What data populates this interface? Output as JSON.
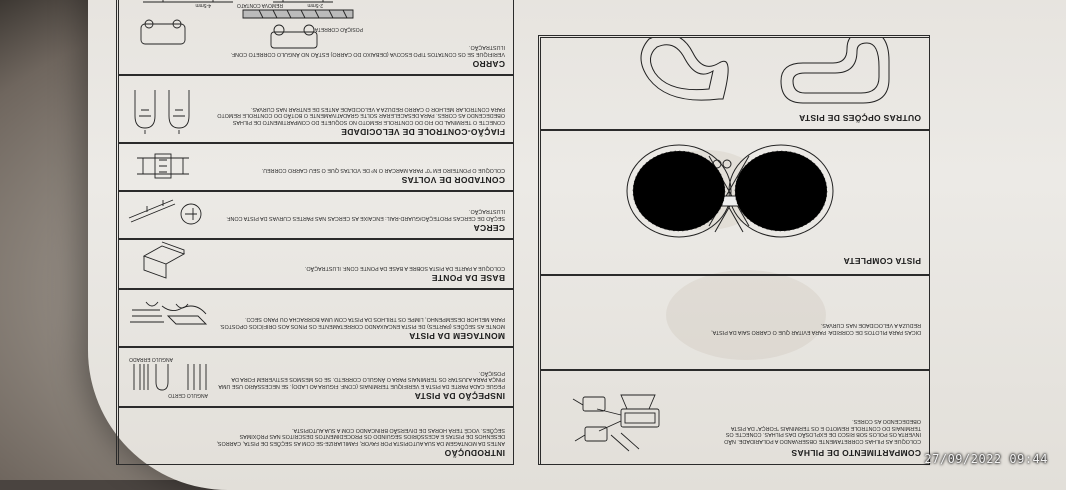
{
  "left_panel": {
    "compartimento": {
      "title": "COMPARTIMENTO DE PILHAS",
      "text": "COLOQUE AS PILHAS CORRETAMENTE OBSERVANDO A POLARIDADE. NÃO INVERTA OS POLOS SOB RISCO DE EXPLOSÃO DAS PILHAS. CONECTE OS TERMINAIS DO CONTROLE REMOTO E OS TERMINAIS \"FORÇA\" DA PISTA OBEDECENDO AS CORES."
    },
    "dicas": {
      "text": "DICAS PARA PILOTOS DE CORRIDA: PARA EVITAR QUE O CARRO SAIA DA PISTA, REDUZA A VELOCIDADE NAS CURVAS."
    },
    "pista_completa": {
      "title": "PISTA COMPLETA"
    },
    "outras_opcoes": {
      "title": "OUTRAS OPÇÕES DE PISTA"
    }
  },
  "right_panel": {
    "introducao": {
      "title": "INTRODUÇÃO",
      "text": "ANTES DA MONTAGEM DA SUA AUTOPISTA POR FAVOR, FAMILIARIZE-SE COM AS SEÇÕES DE PISTA, CARROS, DESENHOS DE PISTAS E ACESSÓRIOS SEGUINDO OS PROCEDIMENTOS DESCRITOS NAS PRÓXIMAS SEÇÕES. VOCÊ TERÁ HORAS DE DIVERSÃO BRINCANDO COM A SUA AUTOPISTA."
    },
    "inspecao": {
      "title": "INSPEÇÃO DA PISTA",
      "text": "PEGUE CADA PARTE DA PISTA E VERIFIQUE TERMINAIS (CONF. FIGURA AO LADO). SE NECESSÁRIO USE UMA PINÇA PARA AJUSTAR OS TERMINAIS PARA O ÂNGULO CORRETO. SE OS MESMOS ESTIVEREM FORA DA POSIÇÃO.",
      "label_certo": "ANGULO CERTO",
      "label_errado": "ANGULO ERRADO"
    },
    "montagem": {
      "title": "MONTAGEM DA PISTA",
      "text": "MONTE AS SEÇÕES (PARTES) DE PISTA ENCAIXANDO CORRETAMENTE OS PINOS AOS ORIFÍCIOS OPOSTOS. PARA MELHOR DESEMPENHO, LIMPE OS TRILHOS DA PISTA COM UMA BORRACHA OU PANO SECO."
    },
    "base": {
      "title": "BASE DA PONTE",
      "text": "COLOQUE A PARTE DA PISTA SOBRE A BASE DA PONTE CONF. ILUSTRAÇÃO."
    },
    "cerca": {
      "title": "CERCA",
      "text": "SEÇÃO DE CERCAS PROTEÇÃO/GUARD-RAIL: ENCAIXE AS CERCAS NAS PARTES CURVAS DA PISTA CONF. ILUSTRAÇÃO."
    },
    "contador": {
      "title": "CONTADOR DE VOLTAS",
      "text": "COLOQUE O PONTEIRO EM \"0\" PARA MARCAR O Nº DE VOLTAS QUE O SEU CARRO CORREU."
    },
    "fiacao": {
      "title": "FIAÇÃO-CONTROLE DE VELOCIDADE",
      "text": "CONECTE O TERMINAL DO FIO DO CONTROLE REMOTO NO SOQUETE DO COMPARTIMENTO DE PILHAS OBEDECENDO AS CORES. PARA DESACELERAR SOLTE GRADATIVAMENTE O BOTÃO DO CONTROLE REMOTO PARA CONTROLAR MELHOR O CARRO REDUZA A VELOCIDADE ANTES DE ENTRAR NAS CURVAS."
    },
    "carro": {
      "title": "CARRO",
      "text": "VERIFIQUE SE OS CONTATOS TIPO ESCOVA (DEBAIXO DO CARRO) ESTÃO NO ÂNGULO CORRETO CONF. ILUSTRAÇÃO.",
      "label_posicao": "POSIÇÃO CORRETA",
      "label_remova": "REMOVA CONTATO",
      "label_a": "2-5mm",
      "label_b": "4-5mm"
    }
  },
  "timestamp": "27/09/2022  09:44"
}
